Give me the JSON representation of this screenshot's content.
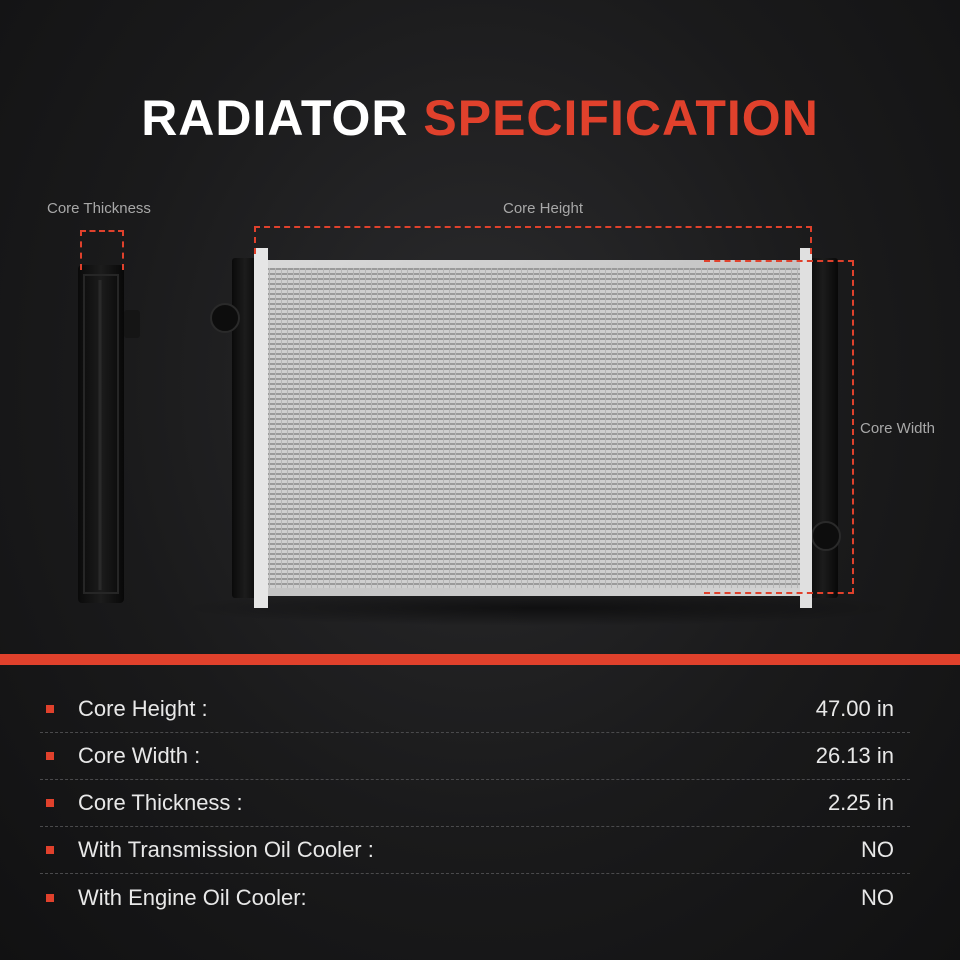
{
  "title": {
    "part1": "RADIATOR",
    "part2": "SPECIFICATION"
  },
  "dimension_labels": {
    "core_thickness": "Core Thickness",
    "core_height": "Core Height",
    "core_width": "Core Width"
  },
  "colors": {
    "accent": "#e0412c",
    "background": "#1a1a1b",
    "text": "#e8e8e8"
  },
  "specs": [
    {
      "label": "Core Height :",
      "value": "47.00 in"
    },
    {
      "label": "Core Width :",
      "value": "26.13 in"
    },
    {
      "label": "Core Thickness :",
      "value": "2.25 in"
    },
    {
      "label": "With Transmission Oil Cooler :",
      "value": "NO"
    },
    {
      "label": "With Engine Oil Cooler:",
      "value": "NO"
    }
  ]
}
